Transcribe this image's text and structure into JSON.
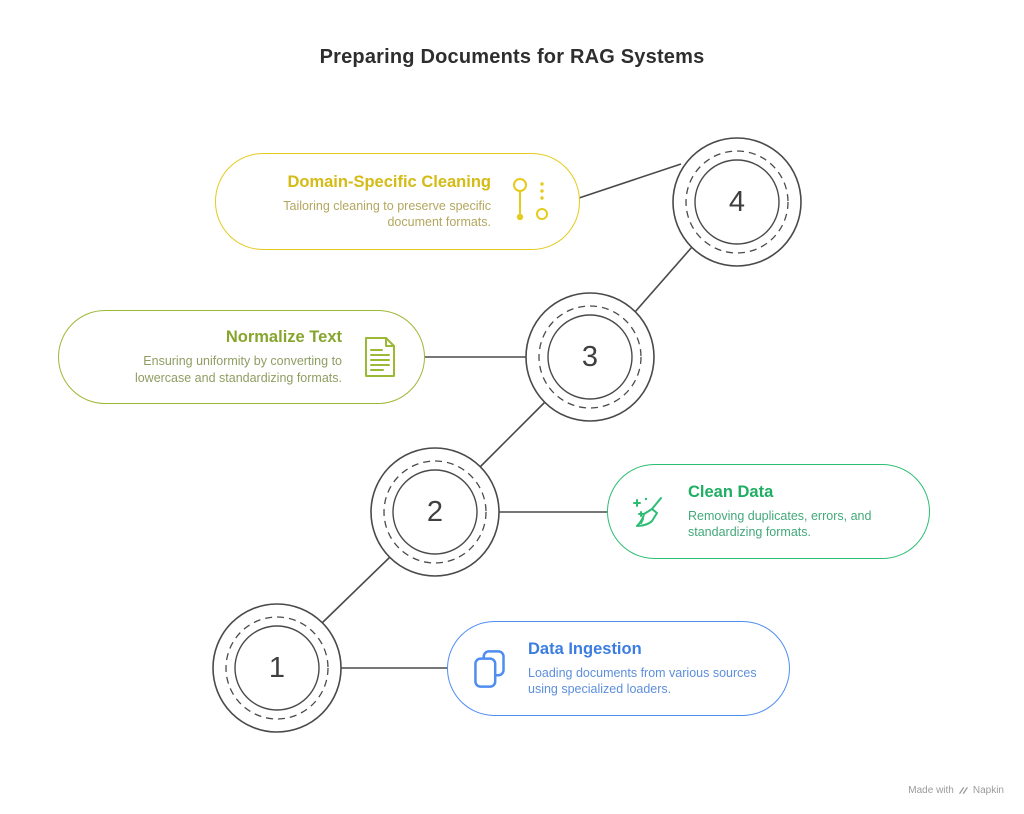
{
  "title": "Preparing Documents for RAG Systems",
  "colors": {
    "line": "#4a4a4a",
    "number": "#3f3f3f",
    "title": "#2e2e2e",
    "watermark": "#9b9b9b"
  },
  "steps": [
    {
      "number": "1",
      "title": "Data Ingestion",
      "description": "Loading documents from various sources using specialized loaders.",
      "accent": "#4f8df2",
      "title_color": "#3b7de0",
      "desc_color": "#5d8fdc",
      "icon": "documents-stack-icon"
    },
    {
      "number": "2",
      "title": "Clean Data",
      "description": "Removing duplicates, errors, and standardizing formats.",
      "accent": "#2dbd73",
      "title_color": "#1fae63",
      "desc_color": "#43a97a",
      "icon": "broom-sparkles-icon"
    },
    {
      "number": "3",
      "title": "Normalize Text",
      "description": "Ensuring uniformity by converting to lowercase and standardizing formats.",
      "accent": "#9cb837",
      "title_color": "#87a52c",
      "desc_color": "#8f9d62",
      "icon": "document-lines-icon"
    },
    {
      "number": "4",
      "title": "Domain-Specific Cleaning",
      "description": "Tailoring cleaning to preserve specific document formats.",
      "accent": "#e4cb1e",
      "title_color": "#d5bb15",
      "desc_color": "#b3a75f",
      "icon": "slider-dots-icon"
    }
  ],
  "watermark": {
    "prefix": "Made with",
    "brand": "Napkin"
  }
}
